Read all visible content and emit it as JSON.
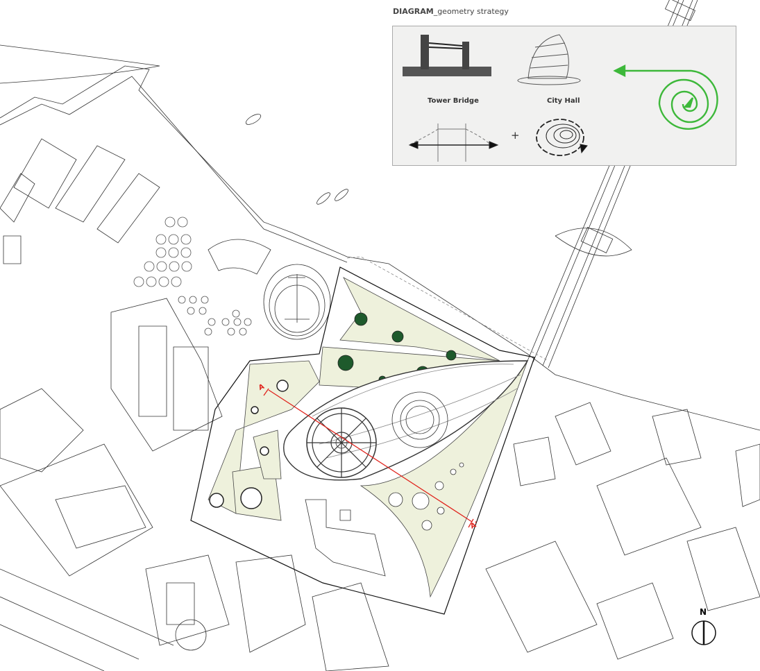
{
  "diagram": {
    "title_bold": "DIAGRAM",
    "title_rest": "_geometry strategy",
    "references": [
      {
        "label": "Tower Bridge"
      },
      {
        "label": "City Hall"
      }
    ],
    "operator": "+",
    "spiral_color": "#3db83a"
  },
  "plan": {
    "section_start": "A",
    "section_end": "A'",
    "section_color": "#e0231c",
    "north_label": "N",
    "landscape_color": "#eef1dc"
  }
}
